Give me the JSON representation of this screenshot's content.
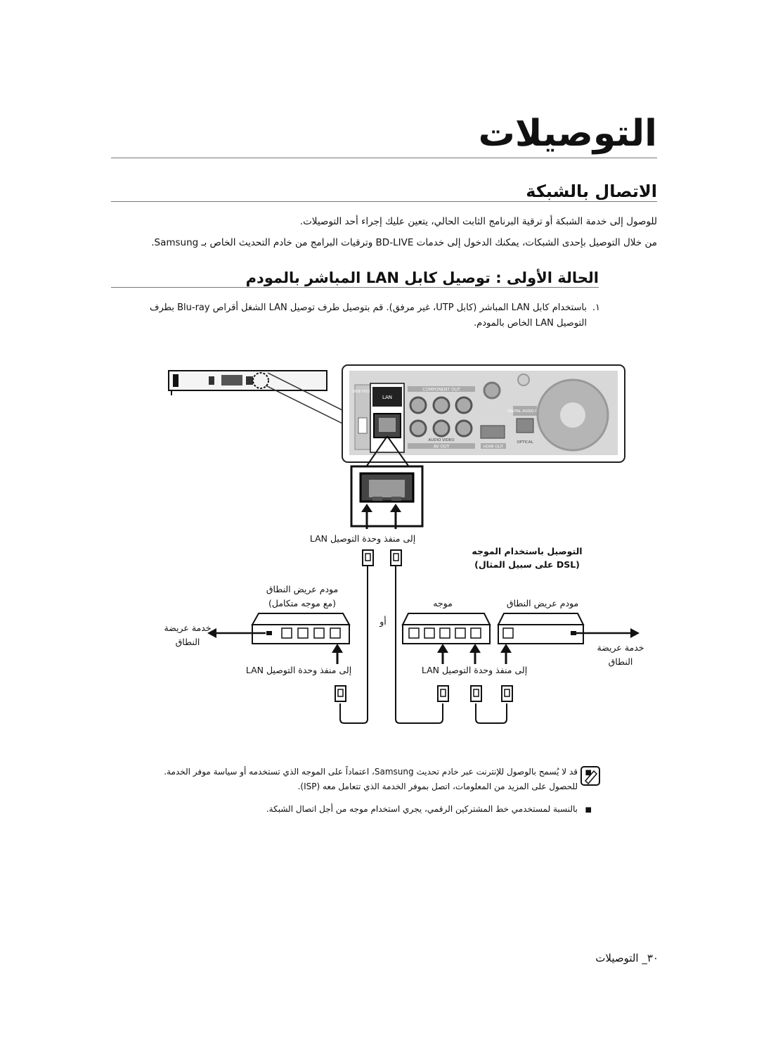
{
  "page_title": "التوصيلات",
  "section_title": "الاتصال بالشبكة",
  "intro": {
    "line1": "للوصول إلى خدمة الشبكة أو ترقية البرنامج الثابت الحالي، يتعين عليك إجراء أحد التوصيلات.",
    "line2": "من خلال التوصيل بإحدى الشبكات، يمكنك الدخول إلى خدمات BD-LIVE وترقيات البرامج من خادم التحديث الخاص بـ Samsung."
  },
  "case_title": "الحالة الأولى : توصيل كابل LAN المباشر بالمودم",
  "step1": {
    "number": "١.",
    "line1": "باستخدام كابل LAN المباشر (كابل UTP، غير مرفق). قم بتوصيل طرف توصيل LAN الشغل أقراص Blu-ray بطرف",
    "line2": "التوصيل LAN الخاص بالمودم."
  },
  "diagram": {
    "panel_labels": {
      "lan": "LAN",
      "usb": "USB HOST",
      "component_out": "COMPONENT OUT",
      "digital_audio_out": "DIGITAL AUDIO OUT",
      "av_out": "AV OUT",
      "hdmi_out": "HDMI OUT",
      "optical": "OPTICAL",
      "audio_video": "AUDIO  VIDEO"
    },
    "to_lan_top": "إلى منفذ وحدة التوصيل LAN",
    "router_conn_title": "التوصيل باستخدام الموجه",
    "router_conn_sub": "(DSL على سبيل المثال)",
    "modem_integrated": "مودم عريض النطاق",
    "modem_integrated_sub": "(مع موجه متكامل)",
    "or": "أو",
    "router": "موجه",
    "modem": "مودم عريض النطاق",
    "broadband_service": "خدمة عريضة",
    "broadband_service_2": "النطاق",
    "to_lan_bottom": "إلى منفذ وحدة التوصيل LAN"
  },
  "notes": {
    "n1_line1": "قد لا يُسمح بالوصول للإنترنت عبر خادم تحديث Samsung، اعتماداً على الموجه الذي تستخدمه أو سياسة موفر الخدمة.",
    "n1_line2": "للحصول على المزيد من المعلومات، اتصل بموفر الخدمة الذي تتعامل معه (ISP).",
    "n2": "بالنسبة لمستخدمي خط المشتركين الرقمي، يجري استخدام موجه من أجل اتصال الشبكة."
  },
  "footer": "٣٠_ التوصيلات"
}
